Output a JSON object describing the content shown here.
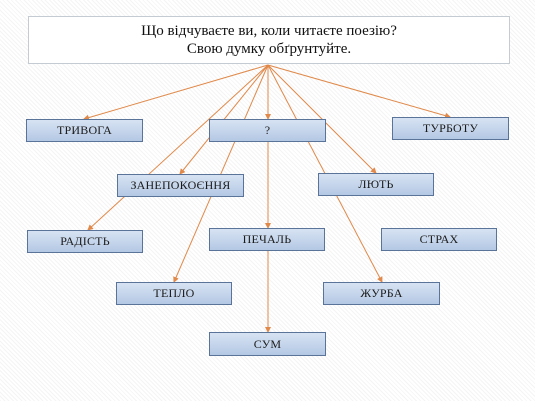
{
  "question": {
    "line1": "Що відчуваєте ви, коли читаєте поезію?",
    "line2": "Свою думку обґрунтуйте."
  },
  "nodes": {
    "tryvoha": "ТРИВОГА",
    "question_mark": "?",
    "turbotu": "ТУРБОТУ",
    "zanepokoiennia": "ЗАНЕПОКОЄННЯ",
    "liut": "ЛЮТЬ",
    "radist": "РАДІСТЬ",
    "pechal": "ПЕЧАЛЬ",
    "strakh": "СТРАХ",
    "teplo": "ТЕПЛО",
    "zhurba": "ЖУРБА",
    "sum": "СУМ"
  },
  "colors": {
    "arrow": "#e0894a",
    "node_border": "#5a7399",
    "node_fill_top": "#d7e3f3",
    "node_fill_bottom": "#b4c8e4"
  }
}
